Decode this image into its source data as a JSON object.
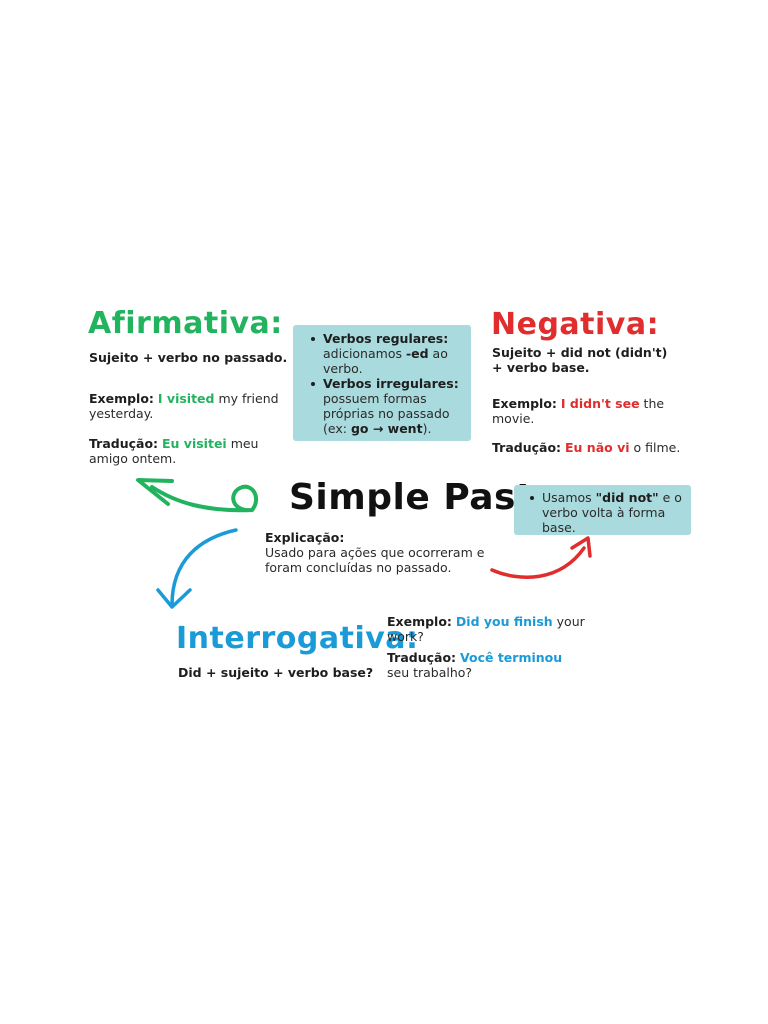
{
  "afirmativa": {
    "title": "Afirmativa:",
    "structure": "Sujeito + verbo no passado.",
    "exemplo_label": "Exemplo:",
    "exemplo_highlight": "I visited",
    "exemplo_rest": "my friend yesterday.",
    "traducao_label": "Tradução:",
    "traducao_highlight": "Eu visitei",
    "traducao_rest": "meu amigo ontem."
  },
  "verbos_box": {
    "regulares_label": "Verbos regulares:",
    "regulares_text_1": "adicionamos ",
    "regulares_ed": "-ed",
    "regulares_text_2": " ao verbo.",
    "irregulares_label": "Verbos irregulares:",
    "irregulares_text_1": "possuem formas próprias no passado (ex: ",
    "irregulares_example": "go → went",
    "irregulares_text_2": ")."
  },
  "negativa": {
    "title": "Negativa:",
    "structure": "Sujeito + did not (didn't) + verbo base.",
    "exemplo_label": "Exemplo:",
    "exemplo_highlight": "I didn't see",
    "exemplo_rest": "the movie.",
    "traducao_label": "Tradução:",
    "traducao_highlight": "Eu não vi",
    "traducao_rest": "o filme."
  },
  "center": {
    "title": "Simple Past",
    "explicacao_label": "Explicação:",
    "explicacao_text": "Usado para ações que ocorreram e foram concluídas no passado."
  },
  "did_not_box": {
    "text_1": "Usamos ",
    "highlight": "\"did not\"",
    "text_2": " e o verbo volta à forma base."
  },
  "interrogativa": {
    "title": "Interrogativa:",
    "structure": "Did + sujeito + verbo base?",
    "exemplo_label": "Exemplo:",
    "exemplo_highlight": "Did you finish",
    "exemplo_rest": "your work?",
    "traducao_label": "Tradução:",
    "traducao_highlight": "Você terminou",
    "traducao_rest": "seu trabalho?"
  },
  "colors": {
    "green": "#22b35f",
    "red": "#e02d2d",
    "blue": "#1a9bd8",
    "box": "#a9dadd"
  }
}
